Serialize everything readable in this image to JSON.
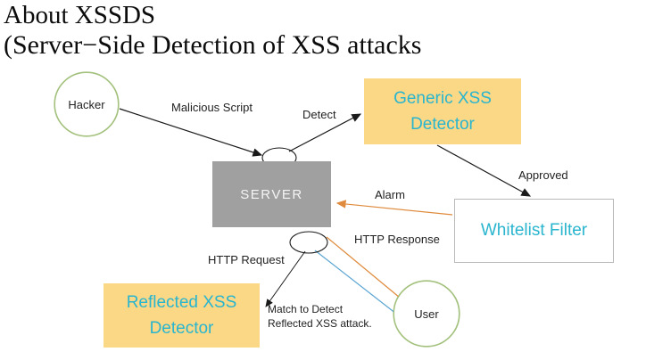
{
  "title": {
    "line1": "About XSSDS",
    "line2": "(Server−Side Detection of XSS attacks"
  },
  "nodes": {
    "hacker": {
      "label": "Hacker"
    },
    "server": {
      "label": "SERVER"
    },
    "generic_detector": {
      "label": "Generic XSS\nDetector"
    },
    "whitelist_filter": {
      "label": "Whitelist Filter"
    },
    "reflected_detector": {
      "label": "Reflected XSS\nDetector"
    },
    "user": {
      "label": "User"
    }
  },
  "edges": {
    "malicious_script": "Malicious Script",
    "detect": "Detect",
    "approved": "Approved",
    "alarm": "Alarm",
    "http_response": "HTTP Response",
    "http_request": "HTTP Request",
    "match": "Match to Detect\nReflected XSS attack."
  },
  "colors": {
    "accent_text": "#2ab5cf",
    "box_fill": "#fbd886",
    "server_fill": "#a0a0a0",
    "line_black": "#1a1a1a",
    "line_orange": "#df8a3c",
    "line_blue": "#5ba6d2",
    "circle_stroke": "#a3c17d"
  }
}
